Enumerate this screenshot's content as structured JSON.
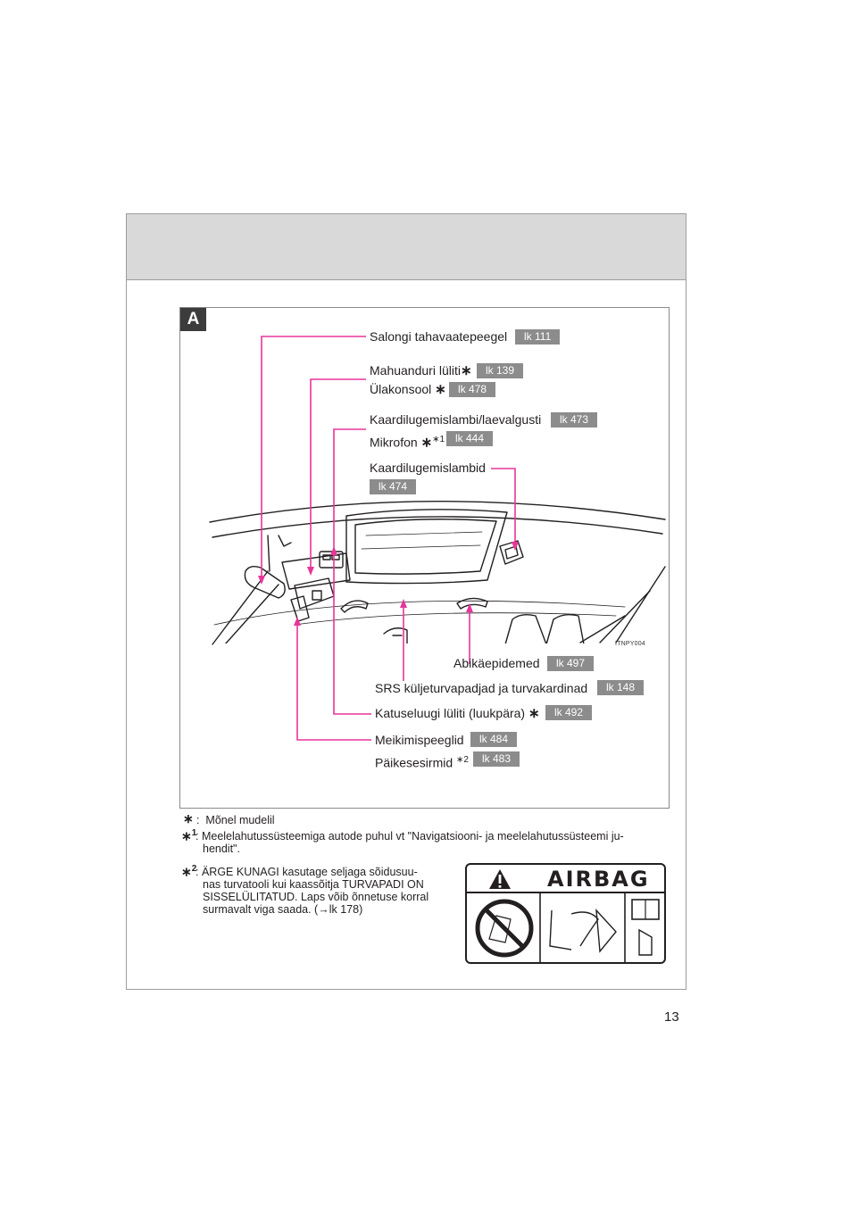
{
  "figure": {
    "tag": "A",
    "image_code": "ITNPY004",
    "labels": {
      "rear_mirror": {
        "text": "Salongi tahavaatepeegel",
        "page": "lk 111"
      },
      "intrusion_switch": {
        "text": "Mahuanduri lüliti",
        "page": "lk 139"
      },
      "overhead_console": {
        "text": "Ülakonsool",
        "page": "lk 478"
      },
      "map_lamp": {
        "text": "Kaardilugemislambi/laevalgusti",
        "page": "lk 473"
      },
      "microphone": {
        "text": "Mikrofon",
        "sup": "1",
        "page": "lk 444"
      },
      "map_lamps": {
        "text": "Kaardilugemislambid",
        "page": "lk 474"
      },
      "grab_handles": {
        "text": "Abikäepidemed",
        "page": "lk 497"
      },
      "srs_airbags": {
        "text": "SRS küljeturvapadjad ja turvakardinad",
        "page": "lk 148"
      },
      "moonroof_switch": {
        "text": "Katuseluugi lüliti (luukpära)",
        "page": "lk 492"
      },
      "vanity_mirrors": {
        "text": "Meikimispeeglid",
        "page": "lk 484"
      },
      "sun_visors": {
        "text": "Päikesesirmid",
        "sup": "2",
        "page": "lk 483"
      }
    }
  },
  "footnotes": {
    "star": "Mõnel mudelil",
    "one_sup": "1",
    "one_line1": "Meelelahutussüsteemiga autode puhul vt \"Navigatsiooni- ja meelelahutussüsteemi ju-",
    "one_line2": "hendit\".",
    "two_sup": "2",
    "two_lines": [
      "ÄRGE KUNAGI kasutage seljaga sõidusuu-",
      "nas turvatooli kui kaassõitja TURVAPADI ON",
      "SISSELÜLITATUD. Laps võib õnnetuse korral",
      "surmavalt viga saada. (→lk 178)"
    ]
  },
  "airbag_label": {
    "title": "AIRBAG"
  },
  "page_number": "13",
  "colors": {
    "leader": "#e8359b",
    "ref_bg": "#8c8c8c",
    "band": "#d9d9d9"
  }
}
